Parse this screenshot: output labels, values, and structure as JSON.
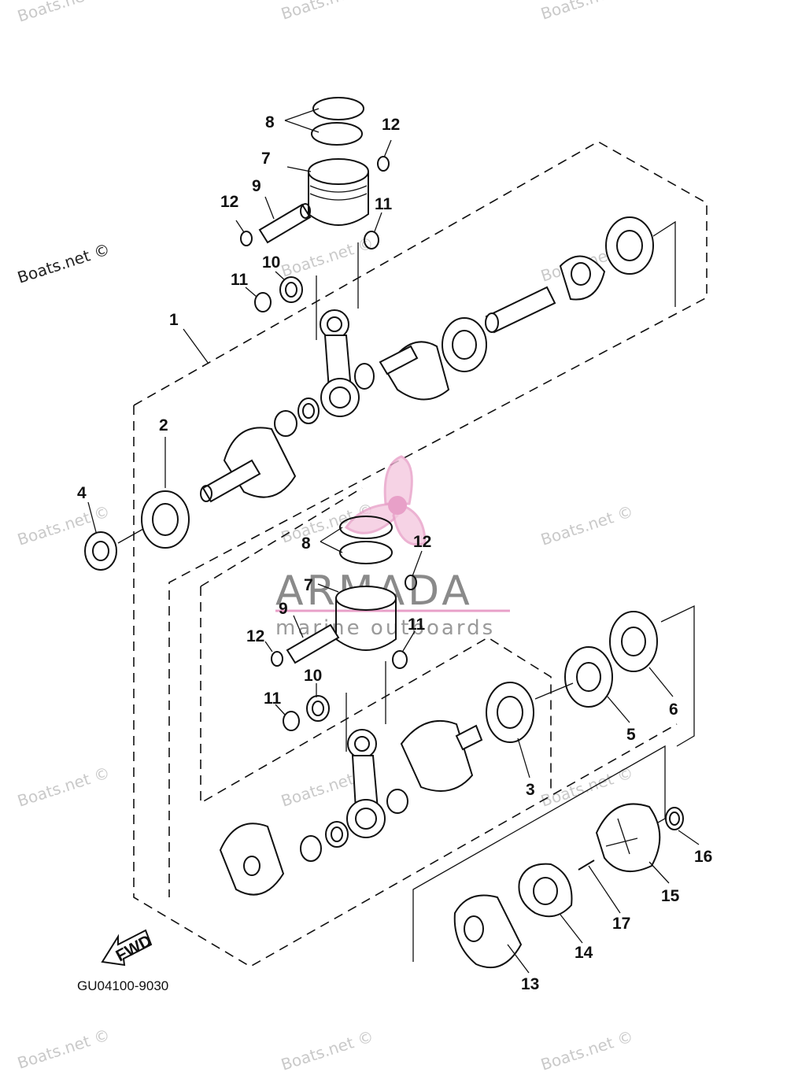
{
  "watermarks": {
    "boats": [
      "Boats.net ©",
      "Boats.net ©",
      "Boats.net ©",
      "Boats.net ©",
      "Boats.net ©",
      "Boats.net ©",
      "Boats.net ©",
      "Boats.net ©",
      "Boats.net ©",
      "Boats.net ©",
      "Boats.net ©",
      "Boats.net ©",
      "Boats.net ©",
      "Boats.net ©"
    ],
    "brand_name": "ARMADA",
    "brand_tagline": "marine outboards"
  },
  "diagram_code": "GU04100-9030",
  "fwd_label": "FWD",
  "callouts": {
    "upper_8": "8",
    "upper_12a": "12",
    "upper_7": "7",
    "upper_9": "9",
    "upper_12b": "12",
    "upper_11a": "11",
    "upper_10": "10",
    "upper_11b": "11",
    "n1": "1",
    "n2": "2",
    "n4": "4",
    "lower_8": "8",
    "lower_12a": "12",
    "lower_7": "7",
    "lower_9": "9",
    "lower_11a": "11",
    "lower_12b": "12",
    "lower_10": "10",
    "lower_11b": "11",
    "n6": "6",
    "n5": "5",
    "n3": "3",
    "n16": "16",
    "n15": "15",
    "n17": "17",
    "n14": "14",
    "n13": "13"
  },
  "colors": {
    "line": "#111111",
    "watermark": "#c9c9c9",
    "brand_accent": "#e8a0c8",
    "brand_text": "#8a8a8a"
  }
}
